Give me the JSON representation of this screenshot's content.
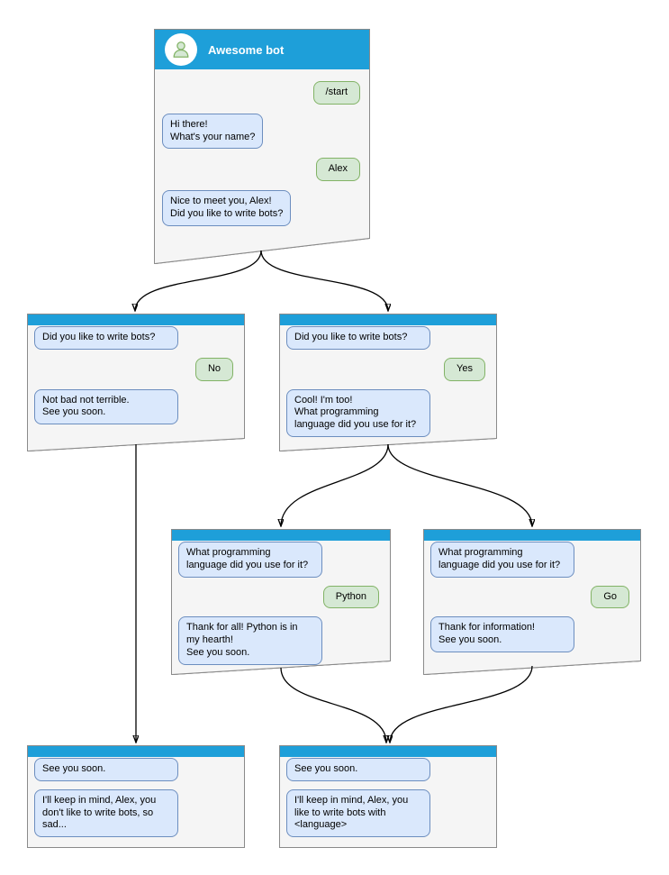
{
  "colors": {
    "header-blue": "#1e9fd9",
    "window-bg": "#f5f5f5",
    "window-border": "#8a8a8a",
    "bot-bubble-bg": "#dae8fc",
    "bot-bubble-border": "#6c8ebf",
    "user-bubble-bg": "#d5e8d4",
    "user-bubble-border": "#82b366",
    "title-text": "#ffffff",
    "arrow": "#000000"
  },
  "windows": [
    {
      "id": "main",
      "title": "Awesome bot",
      "messages": [
        {
          "from": "user",
          "text": "/start"
        },
        {
          "from": "bot",
          "text": "Hi there!\nWhat's your name?"
        },
        {
          "from": "user",
          "text": "Alex"
        },
        {
          "from": "bot",
          "text": "Nice to meet you, Alex!\nDid you like to write bots?"
        }
      ]
    },
    {
      "id": "branch-no",
      "messages": [
        {
          "from": "bot",
          "text": "Did you like to write bots?"
        },
        {
          "from": "user",
          "text": "No"
        },
        {
          "from": "bot",
          "text": "Not bad not terrible.\nSee you soon."
        }
      ]
    },
    {
      "id": "branch-yes",
      "messages": [
        {
          "from": "bot",
          "text": "Did you like to write bots?"
        },
        {
          "from": "user",
          "text": "Yes"
        },
        {
          "from": "bot",
          "text": "Cool! I'm too!\nWhat programming\nlanguage did you use for it?"
        }
      ]
    },
    {
      "id": "branch-python",
      "messages": [
        {
          "from": "bot",
          "text": "What programming\nlanguage did you use for it?"
        },
        {
          "from": "user",
          "text": "Python"
        },
        {
          "from": "bot",
          "text": "Thank for all! Python is in\nmy hearth!\nSee you soon."
        }
      ]
    },
    {
      "id": "branch-go",
      "messages": [
        {
          "from": "bot",
          "text": "What programming\nlanguage did you use for it?"
        },
        {
          "from": "user",
          "text": "Go"
        },
        {
          "from": "bot",
          "text": "Thank for information!\nSee you soon."
        }
      ]
    },
    {
      "id": "end-no",
      "messages": [
        {
          "from": "bot",
          "text": "See you soon."
        },
        {
          "from": "bot",
          "text": "I'll keep in mind, Alex, you\ndon't like to write bots, so\nsad..."
        }
      ]
    },
    {
      "id": "end-yes",
      "messages": [
        {
          "from": "bot",
          "text": "See you soon."
        },
        {
          "from": "bot",
          "text": "I'll keep in mind, Alex, you\nlike to write bots with\n<language>"
        }
      ]
    }
  ]
}
